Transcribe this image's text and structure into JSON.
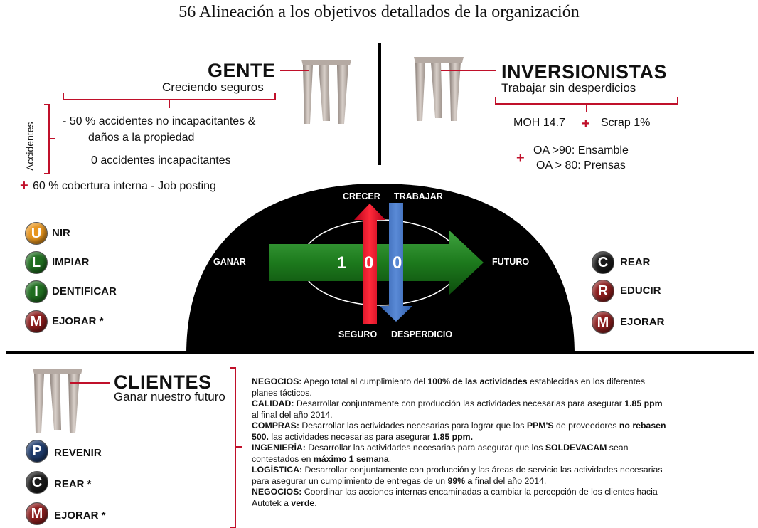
{
  "title": "56 Alineación a los objetivos detallados de la organización",
  "gente": {
    "heading": "GENTE",
    "subtitle": "Creciendo seguros",
    "side_label": "Accidentes",
    "item1_line1": "- 50 % accidentes no incapacitantes &",
    "item1_line2": "daños a la propiedad",
    "item2": "0 accidentes incapacitantes",
    "plus": "+",
    "item3": "60 % cobertura interna - Job posting"
  },
  "inversionistas": {
    "heading": "INVERSIONISTAS",
    "subtitle": "Trabajar sin desperdicios",
    "moh": "MOH 14.7",
    "plus": "+",
    "scrap": "Scrap 1%",
    "oa1": "OA >90: Ensamble",
    "oa2": "OA > 80: Prensas"
  },
  "ulim": [
    {
      "letter": "U",
      "rest": "NIR",
      "color": "#e7941c"
    },
    {
      "letter": "L",
      "rest": "IMPIAR",
      "color": "#1f6e1f"
    },
    {
      "letter": "I",
      "rest": "DENTIFICAR",
      "color": "#1f6e1f"
    },
    {
      "letter": "M",
      "rest": "EJORAR *",
      "color": "#8c1d1d"
    }
  ],
  "crm": [
    {
      "letter": "C",
      "rest": "REAR",
      "color": "#1a1a1a"
    },
    {
      "letter": "R",
      "rest": "EDUCIR",
      "color": "#8c1d1d"
    },
    {
      "letter": "M",
      "rest": "EJORAR",
      "color": "#8c1d1d"
    }
  ],
  "center": {
    "ganar": "GANAR",
    "futuro": "FUTURO",
    "crecer": "CRECER",
    "trabajar": "TRABAJAR",
    "seguro": "SEGURO",
    "desperdicio": "DESPERDICIO",
    "n1": "1",
    "n2": "0",
    "n3": "0"
  },
  "clientes": {
    "heading": "CLIENTES",
    "subtitle": "Ganar nuestro futuro"
  },
  "pcm": [
    {
      "letter": "P",
      "rest": "REVENIR",
      "color": "#1d3a6b"
    },
    {
      "letter": "C",
      "rest": "REAR *",
      "color": "#1a1a1a"
    },
    {
      "letter": "M",
      "rest": "EJORAR *",
      "color": "#8c1d1d"
    }
  ],
  "objectives": {
    "negocios_label": "NEGOCIOS:",
    "negocios_a": " Apego total al cumplimiento del ",
    "negocios_b": "100% de las actividades",
    "negocios_c": " establecidas en los diferentes",
    "negocios_d": "planes tácticos.",
    "calidad_label": "CALIDAD:",
    "calidad_a": " Desarrollar conjuntamente con producción las actividades necesarias para asegurar ",
    "calidad_b": "1.85 ppm",
    "calidad_c": "al final del año 2014.",
    "compras_label": "COMPRAS:",
    "compras_a": " Desarrollar las actividades necesarias para lograr que los ",
    "compras_b": "PPM'S",
    "compras_c": " de proveedores ",
    "compras_d": "no rebasen",
    "compras_e": "500.",
    "compras_f": "  las actividades necesarias para asegurar ",
    "compras_g": "1.85 ppm.",
    "ingenieria_label": "INGENIERÍA:",
    "ingenieria_a": "  Desarrollar las actividades necesarias para asegurar que los ",
    "ingenieria_b": "SOLDEVACAM",
    "ingenieria_c": " sean",
    "ingenieria_d": "contestados en ",
    "ingenieria_e": "máximo 1 semana",
    "ingenieria_f": ".",
    "logistica_label": "LOGÍSTICA:",
    "logistica_a": " Desarrollar conjuntamente con producción y las áreas de servicio las actividades necesarias",
    "logistica_b": "para asegurar un cumplimiento de entregas de un ",
    "logistica_c": "99% a",
    "logistica_d": " final del año 2014.",
    "negocios2_label": "NEGOCIOS:",
    "negocios2_a": " Coordinar las acciones internas encaminadas a cambiar la percepción de los clientes hacia",
    "negocios2_b": "Autotek a ",
    "negocios2_c": "verde",
    "negocios2_d": "."
  }
}
